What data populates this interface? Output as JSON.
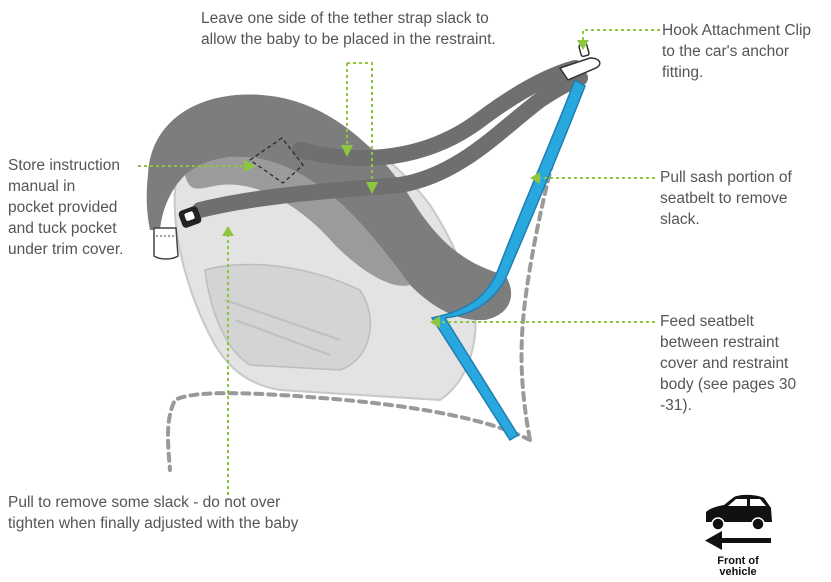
{
  "annotations": {
    "tether_slack": "Leave one side of the tether strap slack to\nallow the baby to be placed in the restraint.",
    "hook_clip": "Hook Attachment Clip\nto the car's anchor\nfitting.",
    "store_manual": "Store instruction\nmanual in\npocket provided\nand tuck pocket\nunder trim cover.",
    "pull_sash": "Pull sash portion of\nseatbelt to remove\nslack.",
    "feed_seatbelt": "Feed seatbelt\nbetween restraint\ncover and restraint\nbody (see pages 30\n-31).",
    "pull_slack": "Pull to remove some slack - do not over\ntighten when finally adjusted with the baby"
  },
  "direction_indicator": {
    "caption": "Front of\nvehicle",
    "icon": "car-icon",
    "arrow": "arrow-left-icon"
  },
  "colors": {
    "leader_line": "#8dc63f",
    "seatbelt": "#29a8e0",
    "seat_shell": "#d9d9d9",
    "seat_cover": "#7a7a7a",
    "vehicle_seat_outline": "#9a9a9a"
  }
}
